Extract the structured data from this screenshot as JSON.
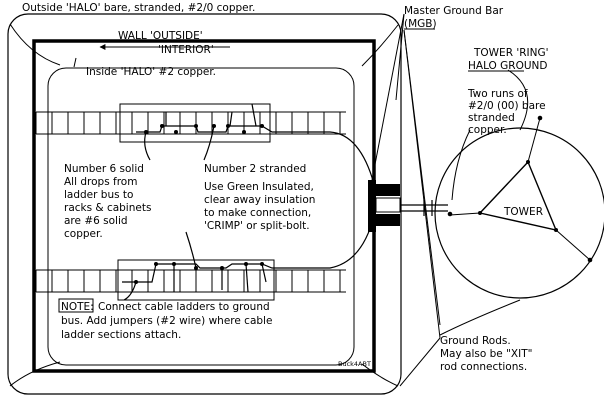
{
  "labels": {
    "outer_halo": "Outside 'HALO' bare, stranded, #2/0 copper.",
    "wall_outside": "WALL 'OUTSIDE'",
    "interior": "'INTERIOR'",
    "inner_halo": "Inside 'HALO' #2 copper.",
    "mgb_title": "Master Ground Bar",
    "mgb_abbr": "(MGB)",
    "ring_title": "TOWER 'RING'",
    "ring_sub": "HALO GROUND",
    "two_runs": [
      "Two runs of",
      "#2/0 (00) bare",
      "stranded",
      "copper."
    ],
    "number6": [
      "Number 6 solid",
      "All drops from",
      "ladder bus to",
      "racks & cabinets",
      "are #6 solid",
      "copper."
    ],
    "number2": "Number 2 stranded",
    "green": [
      "Use Green Insulated,",
      "clear away insulation",
      "to make connection,",
      "'CRIMP' or split-bolt."
    ],
    "note_tag": "NOTE:",
    "note": [
      "Connect cable ladders to ground",
      "bus.  Add jumpers (#2 wire) where cable",
      "ladder sections attach."
    ],
    "tower": "TOWER",
    "rods": [
      "Ground Rods.",
      "May also be \"XIT\"",
      "rod connections."
    ],
    "credit": "Buck4ABT"
  },
  "colors": {
    "ink": "#000000",
    "paper": "#ffffff"
  }
}
